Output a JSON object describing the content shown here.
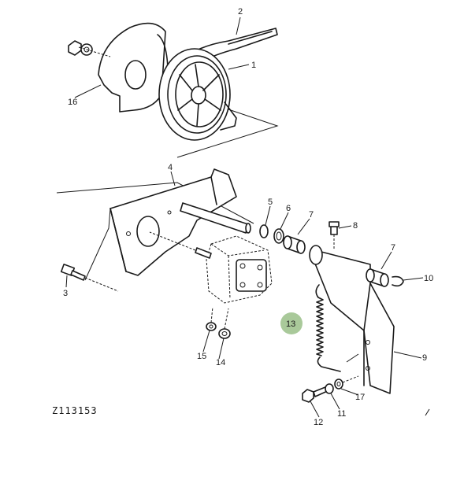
{
  "diagram": {
    "reference_code": "Z113153",
    "callouts": {
      "c1": "1",
      "c2": "2",
      "c3": "3",
      "c4": "4",
      "c5": "5",
      "c6": "6",
      "c7a": "7",
      "c7b": "7",
      "c8": "8",
      "c9": "9",
      "c10": "10",
      "c11": "11",
      "c12": "12",
      "c13": "13",
      "c14": "14",
      "c15": "15",
      "c16": "16",
      "c17": "17"
    },
    "highlight_color": "#a9c99a",
    "ink_color": "#1a1a1a"
  }
}
